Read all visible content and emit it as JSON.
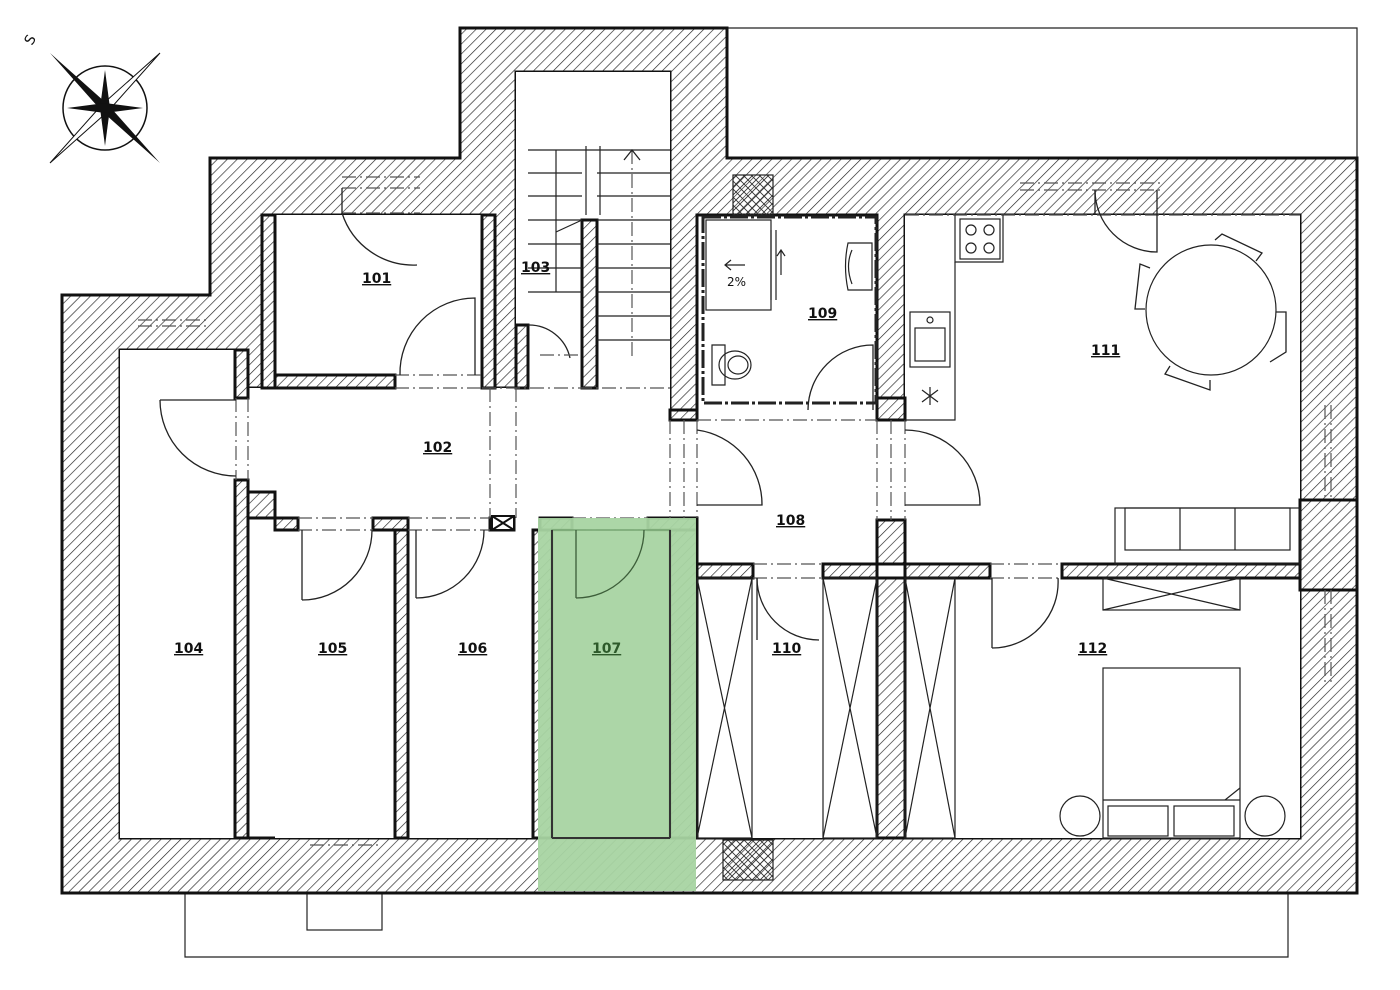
{
  "compass": {
    "letter": "S",
    "icon": "compass-rose-icon"
  },
  "rooms": {
    "r101": "101",
    "r102": "102",
    "r103": "103",
    "r104": "104",
    "r105": "105",
    "r106": "106",
    "r107": "107",
    "r108": "108",
    "r109": "109",
    "r110": "110",
    "r111": "111",
    "r112": "112"
  },
  "bathroom_note": "2%",
  "highlight": {
    "room": "107",
    "color": "#a8d4a2"
  },
  "colors": {
    "wall_stroke": "#111111",
    "highlight": "#a8d4a2"
  }
}
